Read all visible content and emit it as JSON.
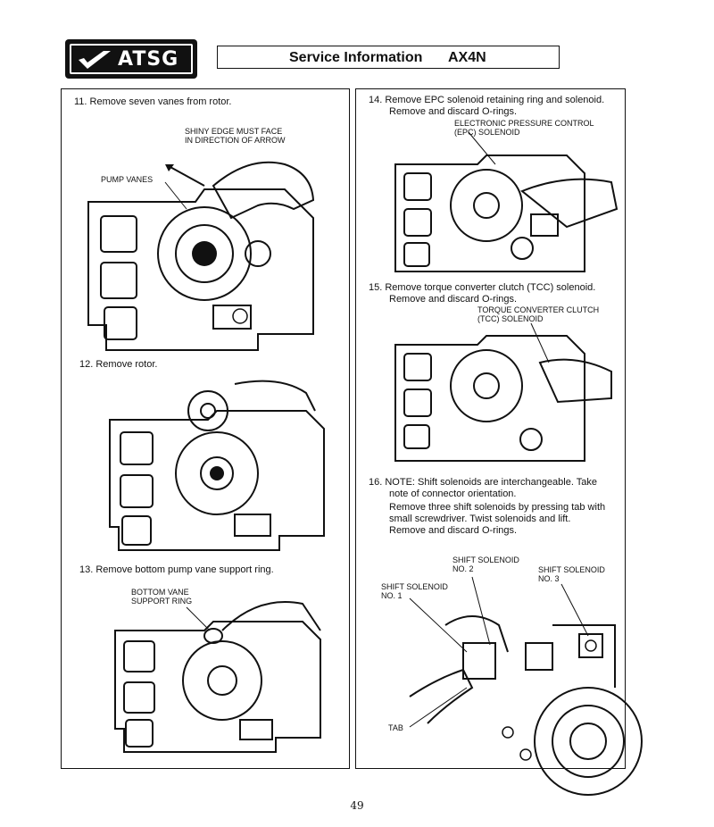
{
  "header": {
    "logo_text": "ATSG",
    "title": "Service Information",
    "model": "AX4N"
  },
  "left_column": {
    "step11": {
      "text": "11.  Remove seven vanes from rotor.",
      "label_shiny_1": "SHINY EDGE MUST FACE",
      "label_shiny_2": "IN DIRECTION OF ARROW",
      "label_pump_vanes": "PUMP VANES"
    },
    "step12": {
      "text": "12.  Remove rotor."
    },
    "step13": {
      "text": "13.  Remove bottom pump vane support ring.",
      "label_bottom_1": "BOTTOM VANE",
      "label_bottom_2": "SUPPORT RING"
    }
  },
  "right_column": {
    "step14": {
      "line1": "14.  Remove EPC solenoid retaining ring and solenoid.",
      "line2": "Remove and discard O-rings.",
      "label_epc_1": "ELECTRONIC PRESSURE CONTROL",
      "label_epc_2": "(EPC) SOLENOID"
    },
    "step15": {
      "line1": "15.  Remove torque converter clutch (TCC) solenoid.",
      "line2": "Remove and discard O-rings.",
      "label_tcc_1": "TORQUE CONVERTER CLUTCH",
      "label_tcc_2": "(TCC) SOLENOID"
    },
    "step16": {
      "note1": "16.  NOTE: Shift solenoids are interchangeable. Take",
      "note2": "note of connector orientation.",
      "body1": "Remove three shift solenoids by pressing tab with",
      "body2": "small screwdriver. Twist solenoids and lift.",
      "body3": "Remove and discard O-rings.",
      "label_s2_1": "SHIFT SOLENOID",
      "label_s2_2": "NO. 2",
      "label_s3_1": "SHIFT SOLENOID",
      "label_s3_2": "NO. 3",
      "label_s1_1": "SHIFT SOLENOID",
      "label_s1_2": "NO. 1",
      "label_tab": "TAB"
    }
  },
  "footer": {
    "page_number": "49"
  }
}
